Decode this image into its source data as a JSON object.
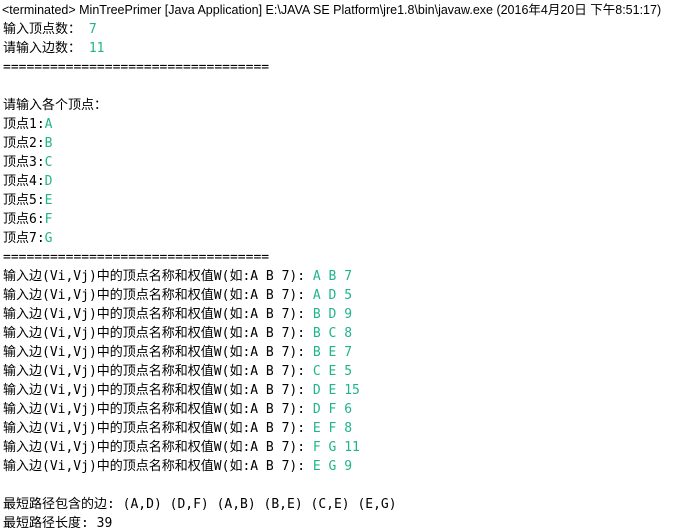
{
  "header": "<terminated> MinTreePrimer [Java Application] E:\\JAVA SE Platform\\jre1.8\\bin\\javaw.exe (2016年4月20日 下午8:51:17)",
  "colors": {
    "input": "#20b48c",
    "output": "#000000",
    "background": "#ffffff"
  },
  "lines": [
    {
      "out": "输入顶点数： ",
      "in": "7"
    },
    {
      "out": "请输入边数： ",
      "in": "11"
    },
    {
      "out": "==================================",
      "in": ""
    },
    {
      "out": "",
      "in": ""
    },
    {
      "out": "请输入各个顶点：",
      "in": ""
    },
    {
      "out": "顶点1:",
      "in": "A"
    },
    {
      "out": "顶点2:",
      "in": "B"
    },
    {
      "out": "顶点3:",
      "in": "C"
    },
    {
      "out": "顶点4:",
      "in": "D"
    },
    {
      "out": "顶点5:",
      "in": "E"
    },
    {
      "out": "顶点6:",
      "in": "F"
    },
    {
      "out": "顶点7:",
      "in": "G"
    },
    {
      "out": "==================================",
      "in": ""
    },
    {
      "out": "输入边(Vi,Vj)中的顶点名称和权值W(如:A B 7): ",
      "in": "A B 7"
    },
    {
      "out": "输入边(Vi,Vj)中的顶点名称和权值W(如:A B 7): ",
      "in": "A D 5"
    },
    {
      "out": "输入边(Vi,Vj)中的顶点名称和权值W(如:A B 7): ",
      "in": "B D 9"
    },
    {
      "out": "输入边(Vi,Vj)中的顶点名称和权值W(如:A B 7): ",
      "in": "B C 8"
    },
    {
      "out": "输入边(Vi,Vj)中的顶点名称和权值W(如:A B 7): ",
      "in": "B E 7"
    },
    {
      "out": "输入边(Vi,Vj)中的顶点名称和权值W(如:A B 7): ",
      "in": "C E 5"
    },
    {
      "out": "输入边(Vi,Vj)中的顶点名称和权值W(如:A B 7): ",
      "in": "D E 15"
    },
    {
      "out": "输入边(Vi,Vj)中的顶点名称和权值W(如:A B 7): ",
      "in": "D F 6"
    },
    {
      "out": "输入边(Vi,Vj)中的顶点名称和权值W(如:A B 7): ",
      "in": "E F 8"
    },
    {
      "out": "输入边(Vi,Vj)中的顶点名称和权值W(如:A B 7): ",
      "in": "F G 11"
    },
    {
      "out": "输入边(Vi,Vj)中的顶点名称和权值W(如:A B 7): ",
      "in": "E G 9"
    },
    {
      "out": "",
      "in": ""
    },
    {
      "out": "最短路径包含的边: (A,D) (D,F) (A,B) (B,E) (C,E) (E,G)",
      "in": ""
    },
    {
      "out": "最短路径长度: 39",
      "in": ""
    }
  ]
}
